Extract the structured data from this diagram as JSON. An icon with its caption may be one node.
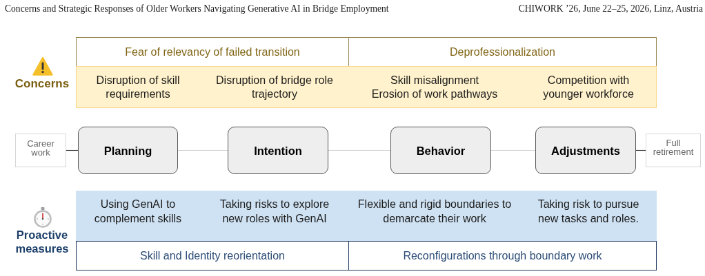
{
  "diagram": {
    "title": "Concerns and Strategic Responses of Older Workers Navigating Generative AI in Bridge Employment",
    "nodes": [
      {
        "text": [
          "Fear of relevancy of failed transition"
        ]
      },
      {
        "text": [
          "Deprofessionalization"
        ]
      },
      {
        "text": [
          "Disruption of skill requirements",
          "Disruption of bridge role trajectory",
          "Skill misalignment",
          "Erosion of work pathways",
          "Competition with younger workforce"
        ]
      },
      {
        "text": [
          "Career work"
        ]
      },
      {
        "text": [
          "Planning"
        ]
      },
      {
        "text": [
          "Intention"
        ]
      },
      {
        "text": [
          "Behavior"
        ]
      },
      {
        "text": [
          "Adjustments"
        ]
      },
      {
        "text": [
          "Full retirement"
        ]
      },
      {
        "text": [
          "Using GenAI to complement skills",
          "Taking risks to explore new roles with GenAI",
          "Flexible and rigid boundaries to demarcate their work",
          "Taking risk to pursue new tasks and roles."
        ]
      },
      {
        "text": [
          "Skill and Identity reorientation"
        ]
      },
      {
        "text": [
          "Reconfigurations through boundary work"
        ]
      }
    ],
    "edges": [
      {
        "from": 3,
        "to": 4,
        "arrow": "none",
        "color": "#333333"
      },
      {
        "from": 4,
        "to": 5,
        "arrow": "none"
      },
      {
        "from": 5,
        "to": 6,
        "arrow": "none"
      },
      {
        "from": 6,
        "to": 7,
        "arrow": "none"
      },
      {
        "from": 7,
        "to": 8,
        "arrow": "none",
        "color": "#333333"
      }
    ],
    "labels": [
      "CHIWORK ’26, June 22–25, 2026, Linz, Austria",
      "Concerns",
      "Proactive measures"
    ]
  }
}
